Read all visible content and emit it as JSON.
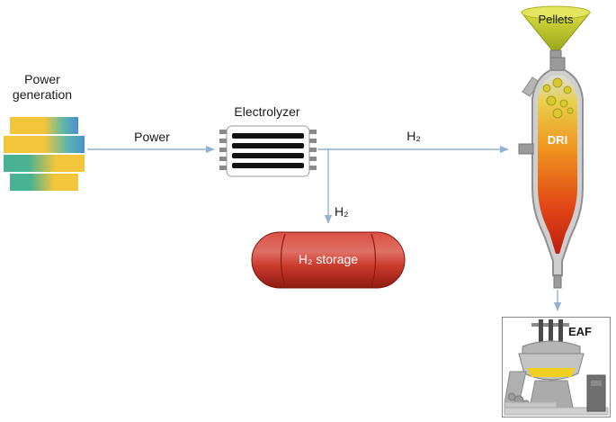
{
  "figure": {
    "labels": {
      "power_generation": "Power generation",
      "power": "Power",
      "electrolyzer": "Electrolyzer",
      "h2": "H₂",
      "h2_storage": "H₂ storage",
      "pellets": "Pellets",
      "dri": "DRI",
      "eaf": "EAF"
    },
    "colors": {
      "arrow_blue": "#8fb3d1",
      "storage_red": "#cb3a2d",
      "storage_red_dark": "#8f1a10",
      "pellets_yellow_green": "#c9cf30",
      "power_gold": "#f3c53b",
      "power_teal": "#49b292",
      "power_blue": "#4b8fd1",
      "dri_flame_yellow": "#e9cf4a",
      "dri_flame_orange": "#f0921f",
      "dri_flame_red": "#bf1d10",
      "metal_gray": "#c8c8c8"
    }
  }
}
